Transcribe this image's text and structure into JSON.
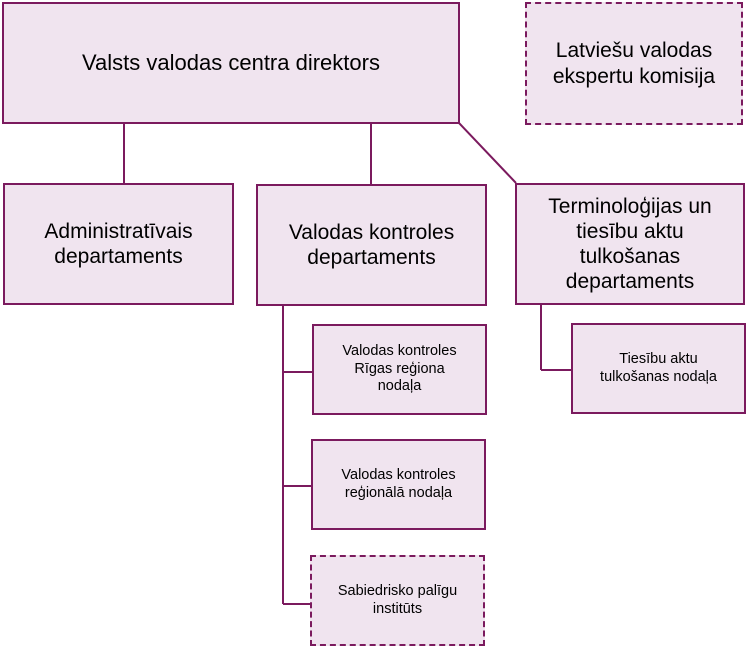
{
  "diagram": {
    "director": "Valsts valodas centra direktors",
    "expert_commission": "Latviešu valodas\nekspertu komisija",
    "departments": [
      "Administratīvais\ndepartaments",
      "Valodas kontroles\ndepartaments",
      "Terminoloģijas un\ntiesību aktu\ntulkošanas\ndepartaments"
    ],
    "language_control_units": [
      "Valodas kontroles\nRīgas  reģiona\nnodaļa",
      "Valodas kontroles\nreģionālā nodaļa",
      "Sabiedrisko palīgu\ninstitūts"
    ],
    "terminology_units": [
      "Tiesību aktu\ntulkošanas nodaļa"
    ],
    "colors": {
      "border": "#7b1a5e",
      "fill": "#f0e4ef"
    }
  }
}
